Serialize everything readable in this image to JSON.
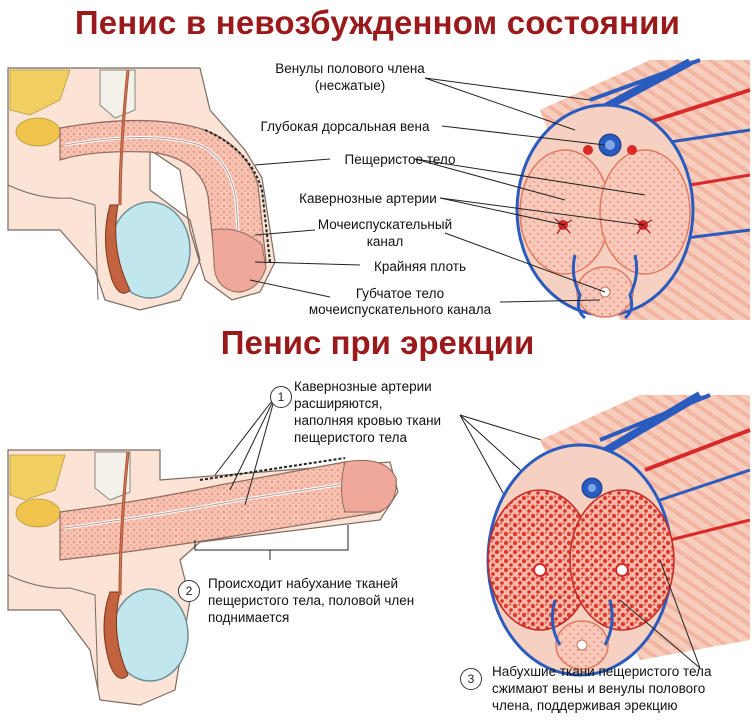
{
  "titles": {
    "top": "Пенис в невозбужденном состоянии",
    "middle": "Пенис при эрекции"
  },
  "labels_top": {
    "venules": "Венулы полового члена",
    "venules_sub": "(несжатые)",
    "dorsal_vein": "Глубокая дорсальная вена",
    "cavernous_body": "Пещеристое тело",
    "cavernous_arteries": "Кавернозные артерии",
    "urethra_1": "Мочеиспускательный",
    "urethra_2": "канал",
    "foreskin": "Крайняя плоть",
    "spongy_1": "Губчатое тело",
    "spongy_2": "мочеиспускательного канала"
  },
  "steps": [
    {
      "num": "1",
      "lines": [
        "Кавернозные артерии",
        "расширяются,",
        "наполняя кровью ткани",
        "пещеристого тела"
      ]
    },
    {
      "num": "2",
      "lines": [
        "Происходит набухание тканей",
        "пещеристого тела, половой член",
        "поднимается"
      ]
    },
    {
      "num": "3",
      "lines": [
        "Набухшие ткани пещеристого тела",
        "сжимают вены и венулы полового",
        "члена, поддерживая эрекцию"
      ]
    }
  ],
  "colors": {
    "title": "#9a1a1c",
    "artery": "#d92a2a",
    "vein": "#2a5bbf",
    "tissue": "#f4b7a6",
    "tissue_dark": "#e8785f"
  }
}
